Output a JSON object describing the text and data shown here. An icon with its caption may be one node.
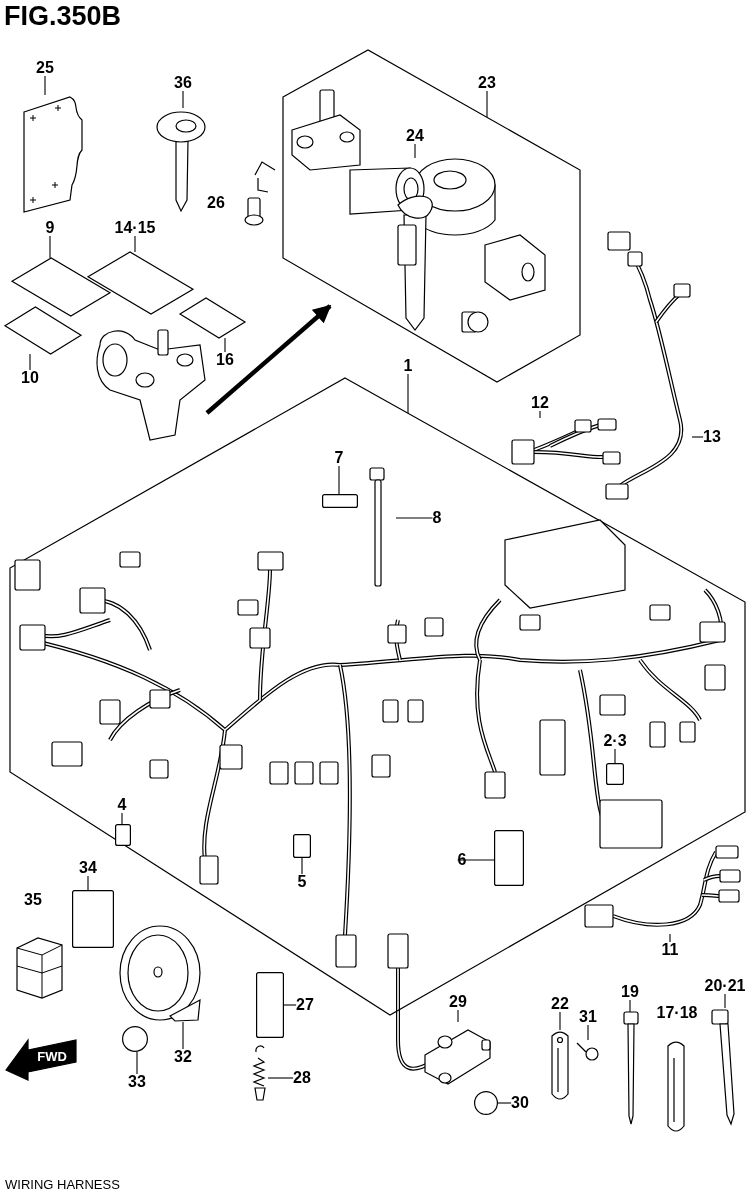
{
  "diagram": {
    "title": "FIG.350B",
    "caption": "WIRING HARNESS",
    "nodes": [
      {
        "text": [
          "25"
        ]
      },
      {
        "text": [],
        "shape": "picture"
      },
      {
        "text": [
          "36"
        ]
      },
      {
        "text": [],
        "shape": "picture"
      },
      {
        "text": [
          "23"
        ]
      },
      {
        "text": [],
        "shape": "box"
      },
      {
        "text": [
          "24"
        ],
        "in": 5
      },
      {
        "text": [],
        "shape": "picture",
        "in": 5
      },
      {
        "text": [
          "9"
        ]
      },
      {
        "text": [],
        "shape": "picture"
      },
      {
        "text": [
          "14·15"
        ]
      },
      {
        "text": [],
        "shape": "picture"
      },
      {
        "text": [
          "10"
        ]
      },
      {
        "text": [],
        "shape": "picture"
      },
      {
        "text": [
          "16"
        ]
      },
      {
        "text": [],
        "shape": "picture"
      },
      {
        "text": [
          "1"
        ]
      },
      {
        "text": [],
        "shape": "box"
      },
      {
        "text": [
          "7"
        ],
        "in": 17
      },
      {
        "text": [],
        "shape": "box",
        "in": 17
      },
      {
        "text": [
          "8"
        ],
        "in": 17
      },
      {
        "text": [],
        "shape": "picture",
        "in": 17
      },
      {
        "text": [
          "12"
        ]
      },
      {
        "text": [],
        "shape": "picture"
      },
      {
        "text": [
          "13"
        ]
      },
      {
        "text": [],
        "shape": "picture"
      },
      {
        "text": [
          "2·3"
        ],
        "in": 17
      },
      {
        "text": [],
        "shape": "box",
        "in": 17
      },
      {
        "text": [
          "4"
        ],
        "in": 17
      },
      {
        "text": [],
        "shape": "box",
        "in": 17
      },
      {
        "text": [
          "6"
        ],
        "in": 17
      },
      {
        "text": [],
        "shape": "box",
        "in": 17
      },
      {
        "text": [
          "5"
        ],
        "in": 17
      },
      {
        "text": [],
        "shape": "box",
        "in": 17
      },
      {
        "text": [
          "11"
        ]
      },
      {
        "text": [],
        "shape": "picture"
      },
      {
        "text": [
          "34"
        ]
      },
      {
        "text": [],
        "shape": "box"
      },
      {
        "text": [
          "27"
        ]
      },
      {
        "text": [],
        "shape": "box"
      },
      {
        "text": [
          "32"
        ]
      },
      {
        "text": [],
        "shape": "picture"
      },
      {
        "text": [
          "33"
        ]
      },
      {
        "text": [],
        "shape": "circle"
      },
      {
        "text": [
          "28"
        ]
      },
      {
        "text": [],
        "shape": "picture"
      },
      {
        "text": [
          "29"
        ]
      },
      {
        "text": [],
        "shape": "picture"
      },
      {
        "text": [
          "22"
        ]
      },
      {
        "text": [],
        "shape": "picture"
      },
      {
        "text": [
          "31"
        ]
      },
      {
        "text": [],
        "shape": "picture"
      },
      {
        "text": [
          "19"
        ]
      },
      {
        "text": [],
        "shape": "picture"
      },
      {
        "text": [
          "20·21"
        ]
      },
      {
        "text": [],
        "shape": "picture"
      },
      {
        "text": [
          "30"
        ]
      },
      {
        "text": [],
        "shape": "circle"
      },
      {
        "text": [],
        "shape": "picture"
      }
    ],
    "edges": [
      {
        "from": 0,
        "to": 1,
        "arrow": "none"
      },
      {
        "from": 2,
        "to": 3,
        "arrow": "none"
      },
      {
        "from": 4,
        "to": 5,
        "arrow": "none"
      },
      {
        "from": 6,
        "to": 7,
        "arrow": "none"
      },
      {
        "from": 8,
        "to": 9,
        "arrow": "none"
      },
      {
        "from": 10,
        "to": 11,
        "arrow": "none"
      },
      {
        "from": 12,
        "to": 13,
        "arrow": "none"
      },
      {
        "from": 14,
        "to": 15,
        "arrow": "none"
      },
      {
        "from": 16,
        "to": 17,
        "arrow": "none"
      },
      {
        "from": 18,
        "to": 19,
        "arrow": "none"
      },
      {
        "from": 20,
        "to": 21,
        "arrow": "none"
      },
      {
        "from": 22,
        "to": 23,
        "arrow": "none"
      },
      {
        "from": 24,
        "to": 25,
        "arrow": "none"
      },
      {
        "from": 26,
        "to": 27,
        "arrow": "none"
      },
      {
        "from": 28,
        "to": 29,
        "arrow": "none"
      },
      {
        "from": 30,
        "to": 31,
        "arrow": "none"
      },
      {
        "from": 32,
        "to": 33,
        "arrow": "none"
      },
      {
        "from": 34,
        "to": 35,
        "arrow": "none"
      },
      {
        "from": 36,
        "to": 37,
        "arrow": "none"
      },
      {
        "from": 38,
        "to": 39,
        "arrow": "none"
      },
      {
        "from": 40,
        "to": 41,
        "arrow": "none"
      },
      {
        "from": 42,
        "to": 43,
        "arrow": "none"
      },
      {
        "from": 44,
        "to": 45,
        "arrow": "none"
      },
      {
        "from": 46,
        "to": 47,
        "arrow": "none"
      },
      {
        "from": 48,
        "to": 49,
        "arrow": "none"
      },
      {
        "from": 50,
        "to": 51,
        "arrow": "none"
      },
      {
        "from": 52,
        "to": 53,
        "arrow": "none"
      },
      {
        "from": 54,
        "to": 55,
        "arrow": "none"
      },
      {
        "from": 56,
        "to": 57,
        "arrow": "none"
      },
      {
        "from": 58,
        "to": 5,
        "arrow": "to",
        "style": "thick"
      }
    ],
    "labels": [
      "26",
      "35",
      "17·18",
      "FWD"
    ]
  }
}
